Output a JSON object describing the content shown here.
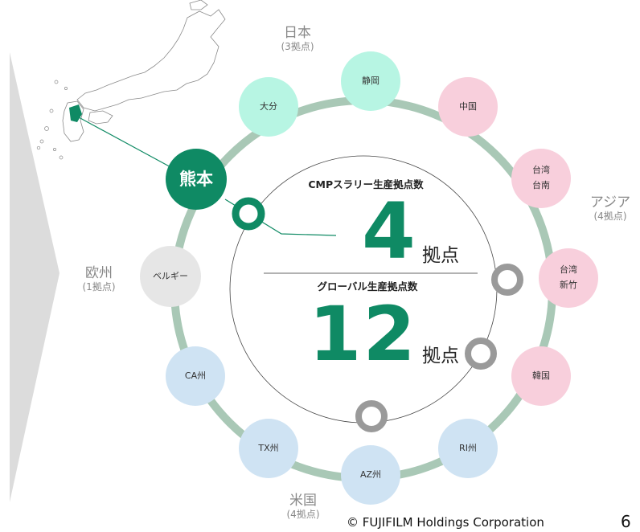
{
  "center": {
    "cmp_label": "CMPスラリー生産拠点数",
    "cmp_count": "4",
    "global_label": "グローバル生産拠点数",
    "global_count": "12",
    "unit": "拠点"
  },
  "regions": {
    "japan": {
      "name": "日本",
      "count": "(3拠点)"
    },
    "asia": {
      "name": "アジア",
      "count": "(4拠点)"
    },
    "europe": {
      "name": "欧州",
      "count": "(1拠点)"
    },
    "us": {
      "name": "米国",
      "count": "(4拠点)"
    }
  },
  "sites": {
    "kumamoto": "熊本",
    "oita": "大分",
    "shizuoka": "静岡",
    "china": "中国",
    "taiwan_tainan_1": "台湾",
    "taiwan_tainan_2": "台南",
    "taiwan_hsinchu_1": "台湾",
    "taiwan_hsinchu_2": "新竹",
    "korea": "韓国",
    "ri": "RI州",
    "az": "AZ州",
    "tx": "TX州",
    "ca": "CA州",
    "belgium": "ベルギー"
  },
  "footer": {
    "copyright": "© FUJIFILM Holdings Corporation",
    "page": "6"
  },
  "colors": {
    "green": "#0f8a64",
    "ring": "#a9c8b6",
    "japan": "#b7f5e3",
    "asia": "#f8cfdc",
    "europe": "#e6e6e6",
    "us": "#cfe3f3",
    "gray_marker": "#9a9a9a"
  }
}
